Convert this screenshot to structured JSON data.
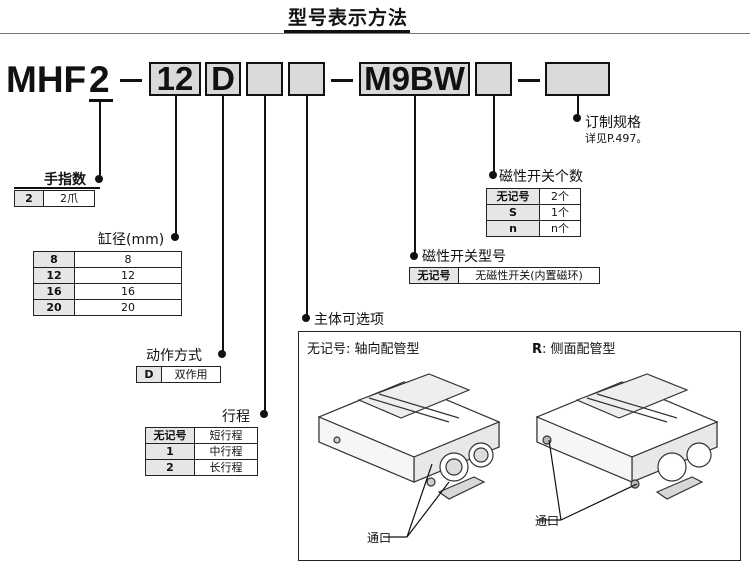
{
  "title": "型号表示方法",
  "code": {
    "prefix": "MHF",
    "fingers": "2",
    "bore": "12",
    "action": "D",
    "switch": "M9BW"
  },
  "fingers": {
    "label": "手指数",
    "rows": [
      {
        "key": "2",
        "value": "2爪"
      }
    ]
  },
  "bore": {
    "label": "缸径(mm)",
    "rows": [
      {
        "key": "8",
        "value": "8"
      },
      {
        "key": "12",
        "value": "12"
      },
      {
        "key": "16",
        "value": "16"
      },
      {
        "key": "20",
        "value": "20"
      }
    ]
  },
  "action": {
    "label": "动作方式",
    "rows": [
      {
        "key": "D",
        "value": "双作用"
      }
    ]
  },
  "stroke": {
    "label": "行程",
    "rows": [
      {
        "key": "无记号",
        "value": "短行程"
      },
      {
        "key": "1",
        "value": "中行程"
      },
      {
        "key": "2",
        "value": "长行程"
      }
    ]
  },
  "body_option": {
    "label": "主体可选项",
    "left_label": "无记号: 轴向配管型",
    "right_key": "R",
    "right_label": ": 侧面配管型",
    "port_label": "通口"
  },
  "switch_type": {
    "label": "磁性开关型号",
    "rows": [
      {
        "key": "无记号",
        "value": "无磁性开关(内置磁环)"
      }
    ]
  },
  "switch_count": {
    "label": "磁性开关个数",
    "rows": [
      {
        "key": "无记号",
        "value": "2个"
      },
      {
        "key": "S",
        "value": "1个"
      },
      {
        "key": "n",
        "value": "n个"
      }
    ]
  },
  "custom": {
    "label": "订制规格",
    "note": "详见P.497。"
  }
}
